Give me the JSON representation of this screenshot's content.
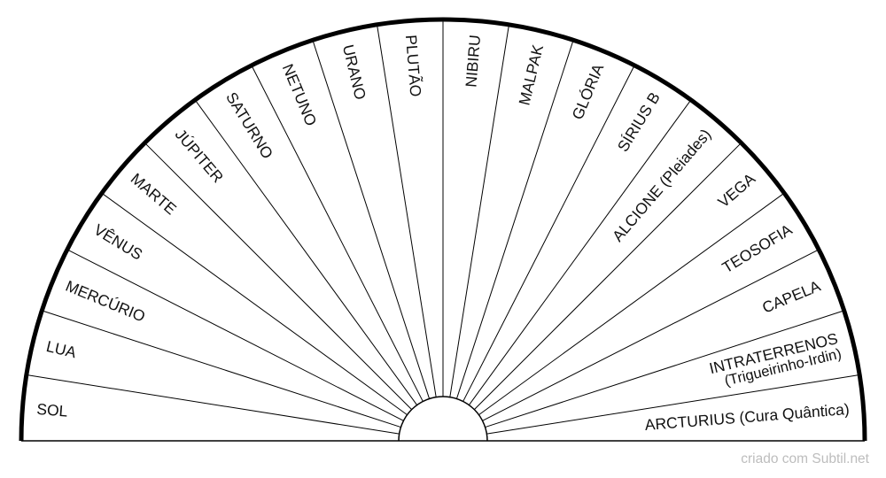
{
  "chart_data": {
    "type": "diagram",
    "segments": [
      [
        "SOL"
      ],
      [
        "LUA"
      ],
      [
        "MERCÚRIO"
      ],
      [
        "VÊNUS"
      ],
      [
        "MARTE"
      ],
      [
        "JÚPITER"
      ],
      [
        "SATURNO"
      ],
      [
        "NETUNO"
      ],
      [
        "URANO"
      ],
      [
        "PLUTÃO"
      ],
      [
        "NIBIRU"
      ],
      [
        "MALPAK"
      ],
      [
        "GLÓRIA"
      ],
      [
        "SÍRIUS B"
      ],
      [
        "ALCIONE (Pleiades)"
      ],
      [
        "VEGA"
      ],
      [
        "TEOSOFIA"
      ],
      [
        "CAPELA"
      ],
      [
        "INTRATERRENOS",
        "(Trigueirinho-Irdin)"
      ],
      [
        "ARCTURIUS (Cura Quântica)"
      ]
    ]
  },
  "footer": {
    "credit": "criado com Subtil.net"
  },
  "colors": {
    "stroke": "#000000",
    "text": "#111111",
    "credit": "#bdbdbd",
    "background": "#ffffff"
  }
}
